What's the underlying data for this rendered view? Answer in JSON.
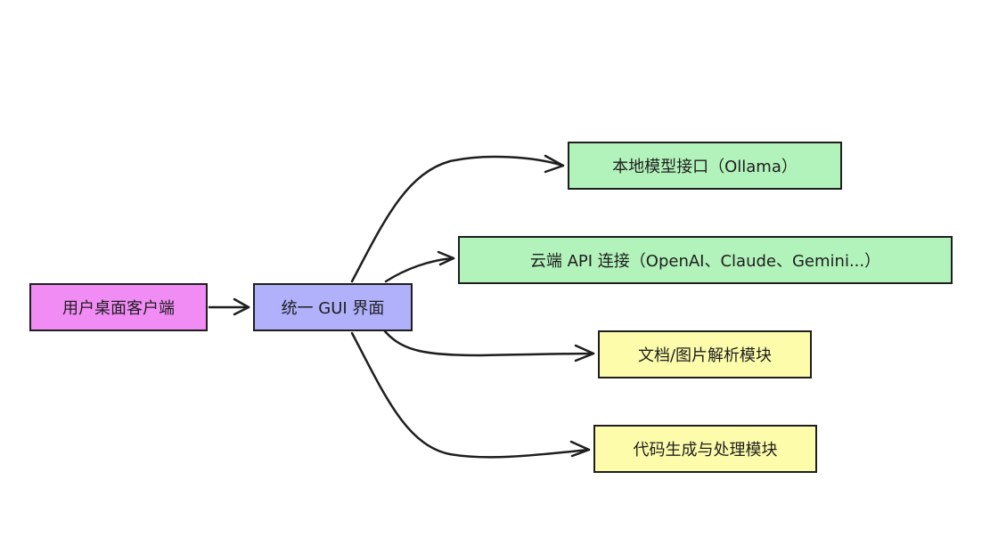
{
  "colors": {
    "stroke": "#1e1e1e",
    "client_fill": "#f18cf5",
    "gui_fill": "#b0b0fb",
    "model_fill": "#b2f2bb",
    "module_fill": "#fdfcab"
  },
  "nodes": {
    "client": {
      "label": "用户桌面客户端"
    },
    "gui": {
      "label": "统一 GUI 界面"
    },
    "local": {
      "label": "本地模型接口（Ollama）"
    },
    "cloud": {
      "label": "云端 API 连接（OpenAI、Claude、Gemini...）"
    },
    "parse": {
      "label": "文档/图片解析模块"
    },
    "code": {
      "label": "代码生成与处理模块"
    }
  },
  "edges": [
    {
      "from": "client",
      "to": "gui"
    },
    {
      "from": "gui",
      "to": "local"
    },
    {
      "from": "gui",
      "to": "cloud"
    },
    {
      "from": "gui",
      "to": "parse"
    },
    {
      "from": "gui",
      "to": "code"
    }
  ]
}
